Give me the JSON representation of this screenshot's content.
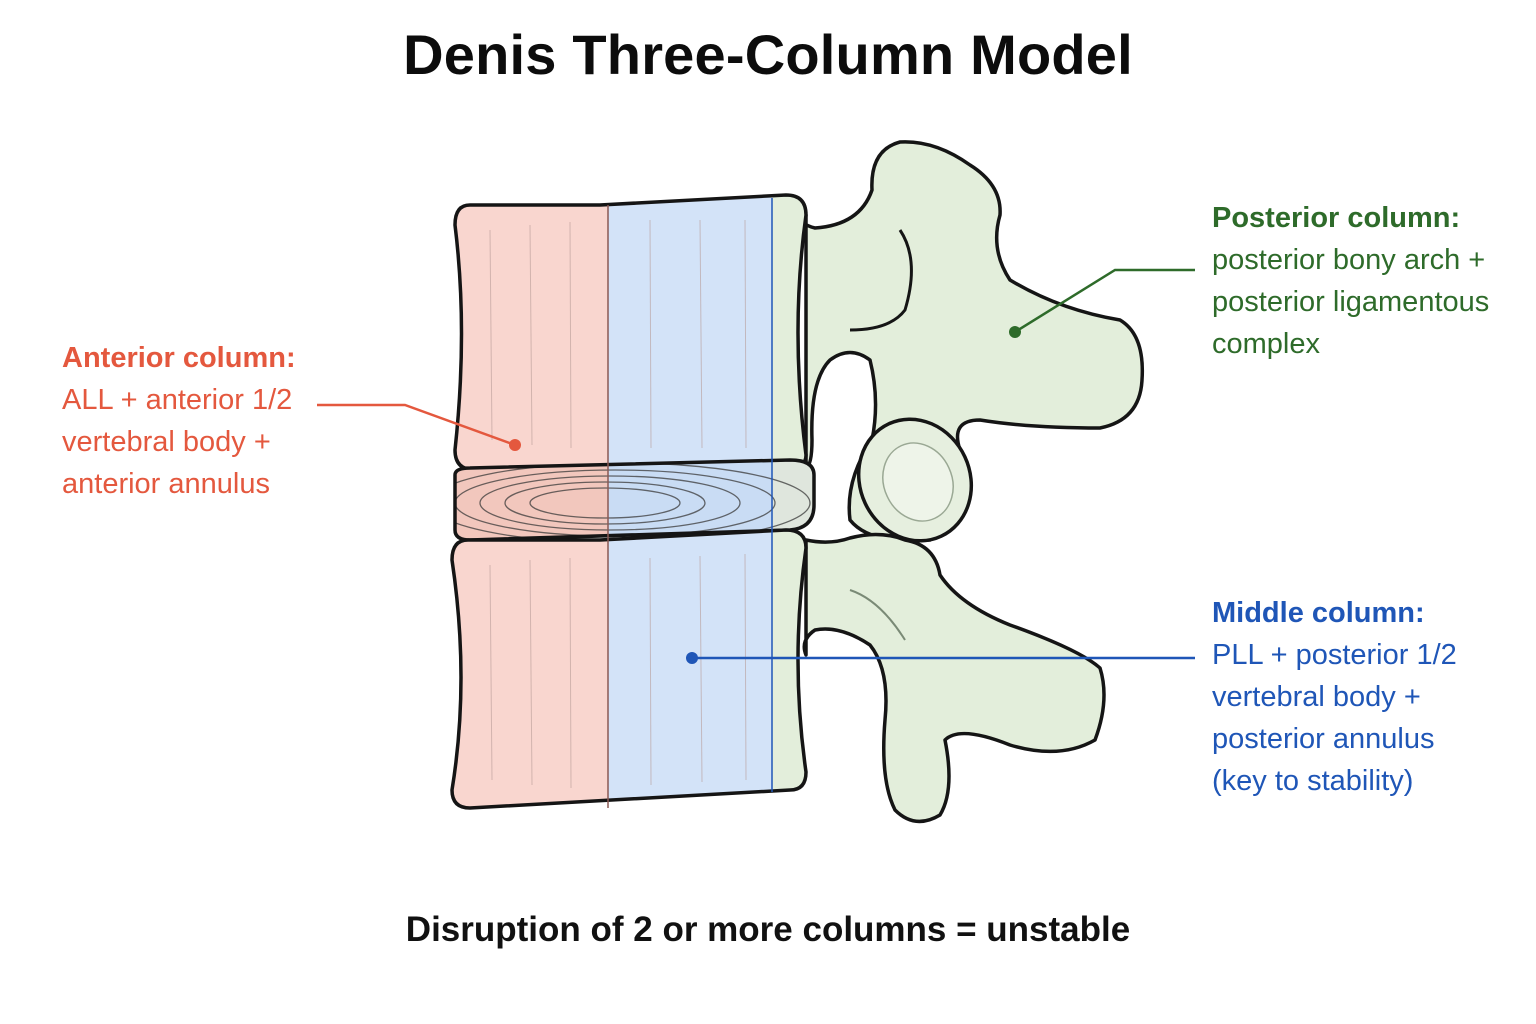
{
  "title": "Denis Three-Column Model",
  "footer": "Disruption of 2 or more columns = unstable",
  "colors": {
    "anterior": "#e4583e",
    "middle": "#1f56b7",
    "posterior": "#2e6b2a",
    "anterior_fill": "#f9d6cf",
    "middle_fill": "#d3e3f8",
    "posterior_fill": "#e3eedb",
    "outline": "#151515"
  },
  "labels": {
    "anterior": {
      "heading": "Anterior column:",
      "lines": [
        "ALL + anterior 1/2",
        "vertebral body +",
        "anterior annulus"
      ]
    },
    "posterior": {
      "heading": "Posterior column:",
      "lines": [
        "posterior bony arch +",
        "posterior ligamentous",
        "complex"
      ]
    },
    "middle": {
      "heading": "Middle column:",
      "lines": [
        "PLL + posterior 1/2",
        "vertebral body +",
        "posterior annulus",
        "(key to stability)"
      ]
    }
  }
}
